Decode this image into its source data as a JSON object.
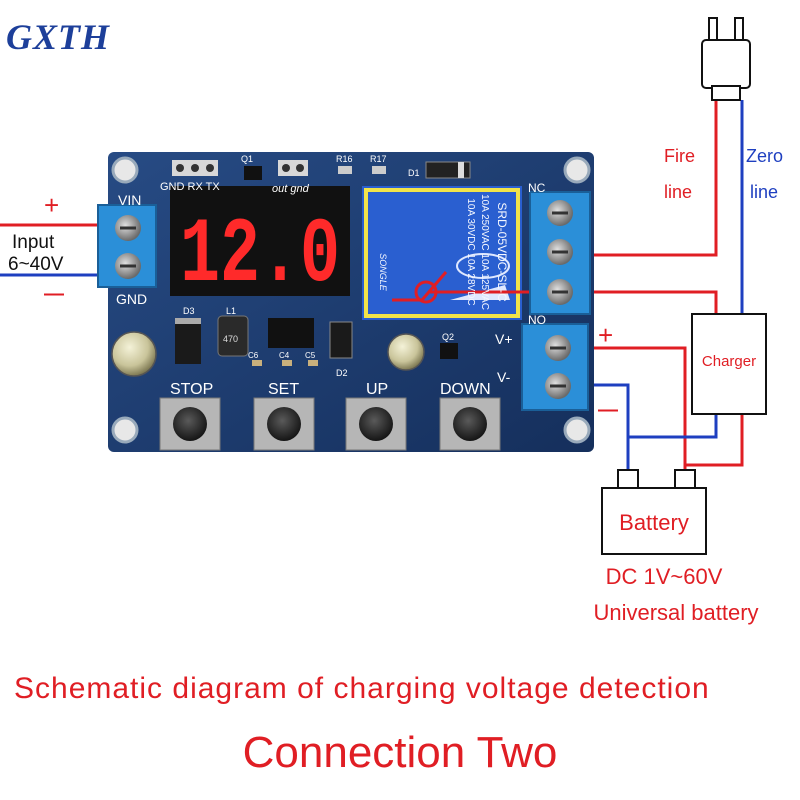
{
  "logo": "GXTH",
  "board": {
    "display": "12.0",
    "header_labels": "GND RX TX",
    "q1": "Q1",
    "r16": "R16",
    "r17": "R17",
    "d1": "D1",
    "out_gnd": "out gnd",
    "vin": "VIN",
    "gnd": "GND",
    "nc": "NC",
    "no": "NO",
    "d3": "D3",
    "l1": "L1",
    "c6": "C6",
    "c4": "C4",
    "c5": "C5",
    "d2": "D2",
    "q2": "Q2",
    "vplus": "V+",
    "vminus": "V-",
    "inductor": "470",
    "relay": {
      "line1": "SRD-05VDC-SL-C",
      "line2": "10A 250VAC  10A 125VAC",
      "line3": "10A 30VDC  10A 28VDC",
      "brand": "SONGLE"
    },
    "buttons": [
      "STOP",
      "SET",
      "UP",
      "DOWN"
    ]
  },
  "labels": {
    "input_plus": "+",
    "input": "Input",
    "input_range": "6~40V",
    "input_minus": "—",
    "fire_line": [
      "Fire",
      "line"
    ],
    "zero_line": [
      "Zero",
      "line"
    ],
    "charger": "Charger",
    "out_plus": "+",
    "out_minus": "—",
    "battery": "Battery",
    "battery_voltage": "DC 1V~60V",
    "battery_type": "Universal battery"
  },
  "caption": {
    "line1": "Schematic diagram of charging voltage detection",
    "line2": "Connection Two"
  },
  "colors": {
    "pcb": "#1e3f73",
    "display_digits": "#ff2a2a",
    "relay_body": "#2a5fd0",
    "relay_outline": "#f2e44a",
    "wire_red": "#e01e24",
    "wire_blue": "#1e3fc0",
    "terminal_blue": "#2b8fd8",
    "logo": "#1d3f9a"
  }
}
